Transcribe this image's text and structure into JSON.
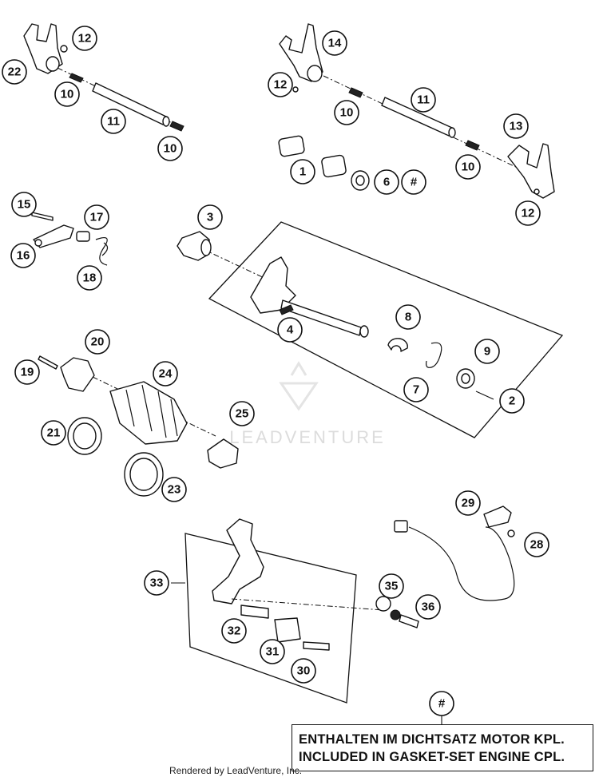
{
  "watermark": {
    "brand_text": "LEADVENTURE",
    "color": "#dcdcdc"
  },
  "callouts": [
    "12",
    "22",
    "10",
    "11",
    "10",
    "14",
    "12",
    "10",
    "11",
    "13",
    "10",
    "12",
    "1",
    "6",
    "#",
    "15",
    "17",
    "16",
    "18",
    "3",
    "4",
    "8",
    "9",
    "7",
    "2",
    "20",
    "19",
    "24",
    "25",
    "21",
    "23",
    "29",
    "28",
    "33",
    "35",
    "36",
    "32",
    "31",
    "30",
    "#"
  ],
  "note": {
    "line1": "ENTHALTEN IM DICHTSATZ MOTOR KPL.",
    "line2": "INCLUDED IN GASKET-SET ENGINE CPL."
  },
  "credit": "Rendered by LeadVenture, Inc."
}
